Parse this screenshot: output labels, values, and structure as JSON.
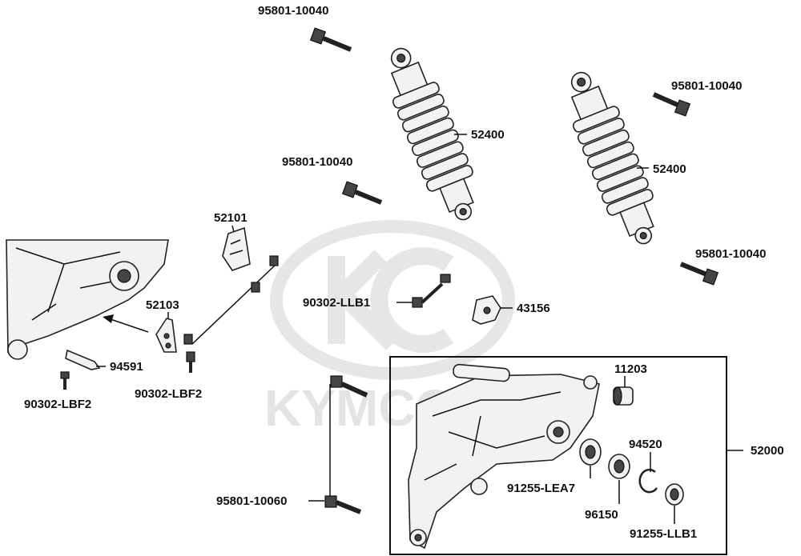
{
  "watermark": {
    "brand": "KYMCO"
  },
  "labels": {
    "bolt_top": "95801-10040",
    "bolt_mid": "95801-10040",
    "bolt_right_top": "95801-10040",
    "bolt_right_low": "95801-10040",
    "shock_left": "52400",
    "shock_right": "52400",
    "cover": "52101",
    "plate": "52103",
    "bolt_small_mid": "90302-LLB1",
    "clamp": "43156",
    "strip": "94591",
    "bolt_lbf2_small": "90302-LBF2",
    "bolt_lbf2_plate": "90302-LBF2",
    "long_bolt": "95801-10060",
    "bushing": "11203",
    "arm_assembly": "52000",
    "circlip": "94520",
    "seal_lea7": "91255-LEA7",
    "bearing": "96150",
    "seal_llb1": "91255-LLB1"
  }
}
